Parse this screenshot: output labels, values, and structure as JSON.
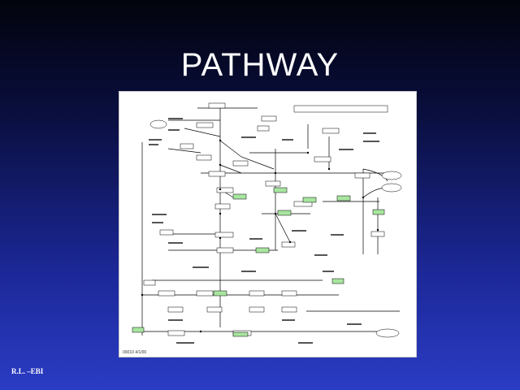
{
  "slide": {
    "title": "PATHWAY",
    "footer": "R.L. –EBI"
  },
  "figure": {
    "description_label": "00010 4/1/00"
  },
  "colors": {
    "background_top": "#02030c",
    "background_bottom": "#2a3cc4",
    "title_text": "#ffffff",
    "enzyme_highlight": "#a8e6a0",
    "figure_background": "#ffffff"
  }
}
